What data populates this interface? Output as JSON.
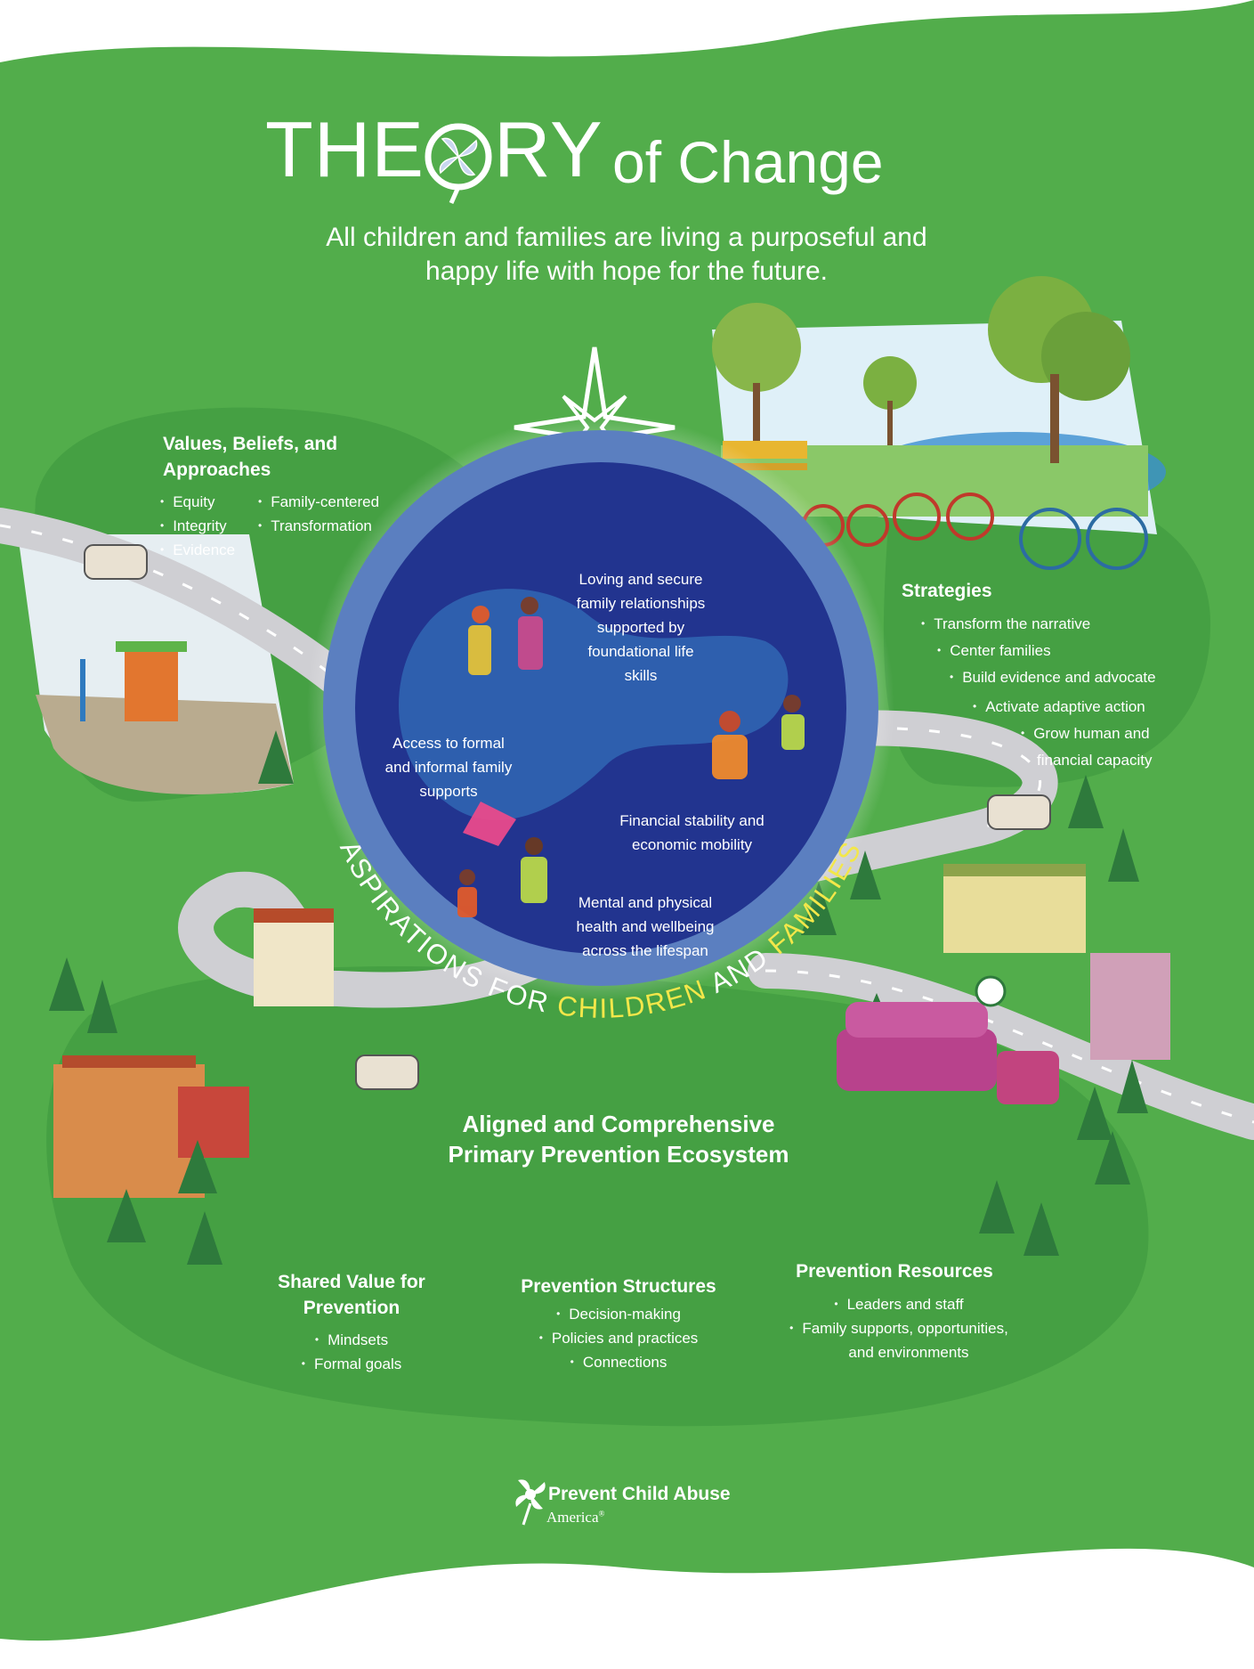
{
  "title": {
    "part1": "THE",
    "part2": "RY",
    "part3": "of Change",
    "pinwheel_icon": "pinwheel-icon"
  },
  "tagline": {
    "line1": "All children and families are living a purposeful and",
    "line2": "happy life with hope for the future."
  },
  "values": {
    "heading_line1": "Values, Beliefs, and",
    "heading_line2": "Approaches",
    "col1": [
      "Equity",
      "Integrity",
      "Evidence"
    ],
    "col2": [
      "Family-centered",
      "Transformation"
    ]
  },
  "strategies": {
    "heading": "Strategies",
    "items": [
      "Transform the narrative",
      "Center families",
      "Build evidence and advocate",
      "Activate adaptive action",
      "Grow human and",
      "financial capacity"
    ]
  },
  "aspirations": {
    "ring_label_part1": "ASPIRATIONS FOR ",
    "ring_label_part2": "CHILDREN",
    "ring_label_part3": " AND ",
    "ring_label_part4": "FAMILIES",
    "item1": [
      "Loving and secure",
      "family relationships",
      "supported by",
      "foundational life",
      "skills"
    ],
    "item2": [
      "Access to formal",
      "and informal family",
      "supports"
    ],
    "item3": [
      "Financial stability and",
      "economic mobility"
    ],
    "item4": [
      "Mental and physical",
      "health and wellbeing",
      "across the lifespan"
    ]
  },
  "ecosystem": {
    "heading_line1": "Aligned and Comprehensive",
    "heading_line2": "Primary Prevention Ecosystem",
    "shared": {
      "heading_line1": "Shared Value for",
      "heading_line2": "Prevention",
      "items": [
        "Mindsets",
        "Formal goals"
      ]
    },
    "structures": {
      "heading": "Prevention Structures",
      "items": [
        "Decision-making",
        "Policies and practices",
        "Connections"
      ]
    },
    "resources": {
      "heading": "Prevention Resources",
      "items": [
        "Leaders and staff",
        "Family supports, opportunities,"
      ],
      "items_cont": "and environments"
    }
  },
  "logo": {
    "line1": "Prevent Child Abuse",
    "line2": "America",
    "mark": "®"
  },
  "colors": {
    "green_dark": "#3f9e43",
    "green_mid": "#4daa48",
    "green_light": "#62bb55",
    "blue_ring": "#5b7fc0",
    "blue_inner": "#22348f",
    "blue_blob": "#2e5fae",
    "road": "#cfcfd3",
    "yellow_text": "#f3e74a"
  }
}
